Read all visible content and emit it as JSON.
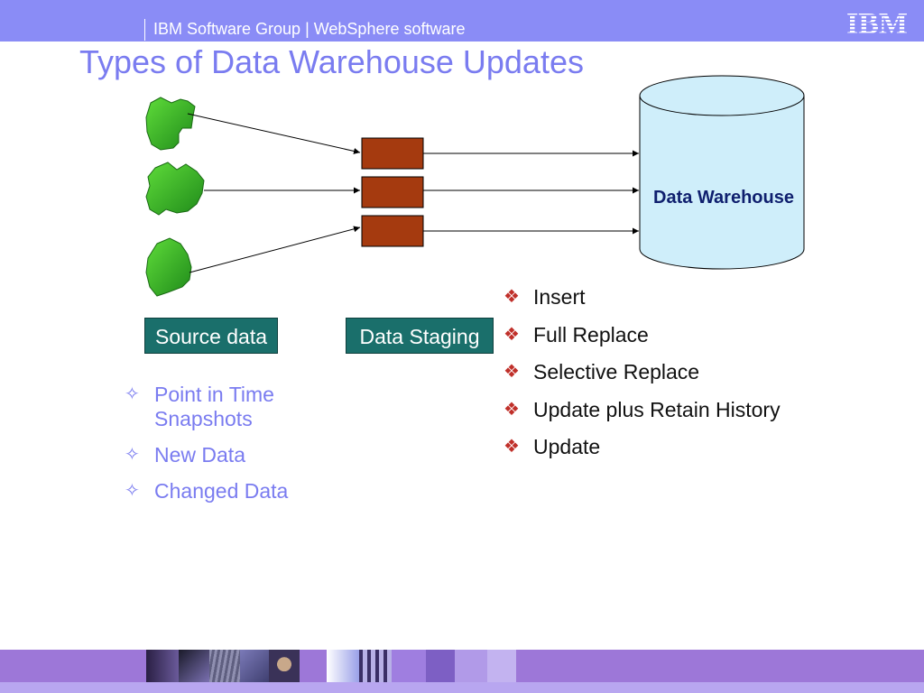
{
  "header": {
    "group_text": "IBM Software Group | WebSphere software",
    "logo_text": "IBM"
  },
  "slide": {
    "title": "Types of Data Warehouse Updates"
  },
  "diagram": {
    "source_label": "Source data",
    "staging_label": "Data Staging",
    "warehouse_label": "Data Warehouse",
    "colors": {
      "source_shape": "#3fbf2a",
      "staging_box": "#a53a0f",
      "warehouse": "#cfeefa",
      "label_box": "#1a6f6b"
    }
  },
  "source_bullets": [
    "Point in Time Snapshots",
    "New Data",
    "Changed Data"
  ],
  "update_bullets": [
    "Insert",
    "Full Replace",
    "Selective Replace",
    "Update plus Retain History",
    "Update"
  ],
  "colors": {
    "header_bar": "#8a8cf6",
    "title": "#7a7cf0",
    "footer": "#9d77d8"
  }
}
